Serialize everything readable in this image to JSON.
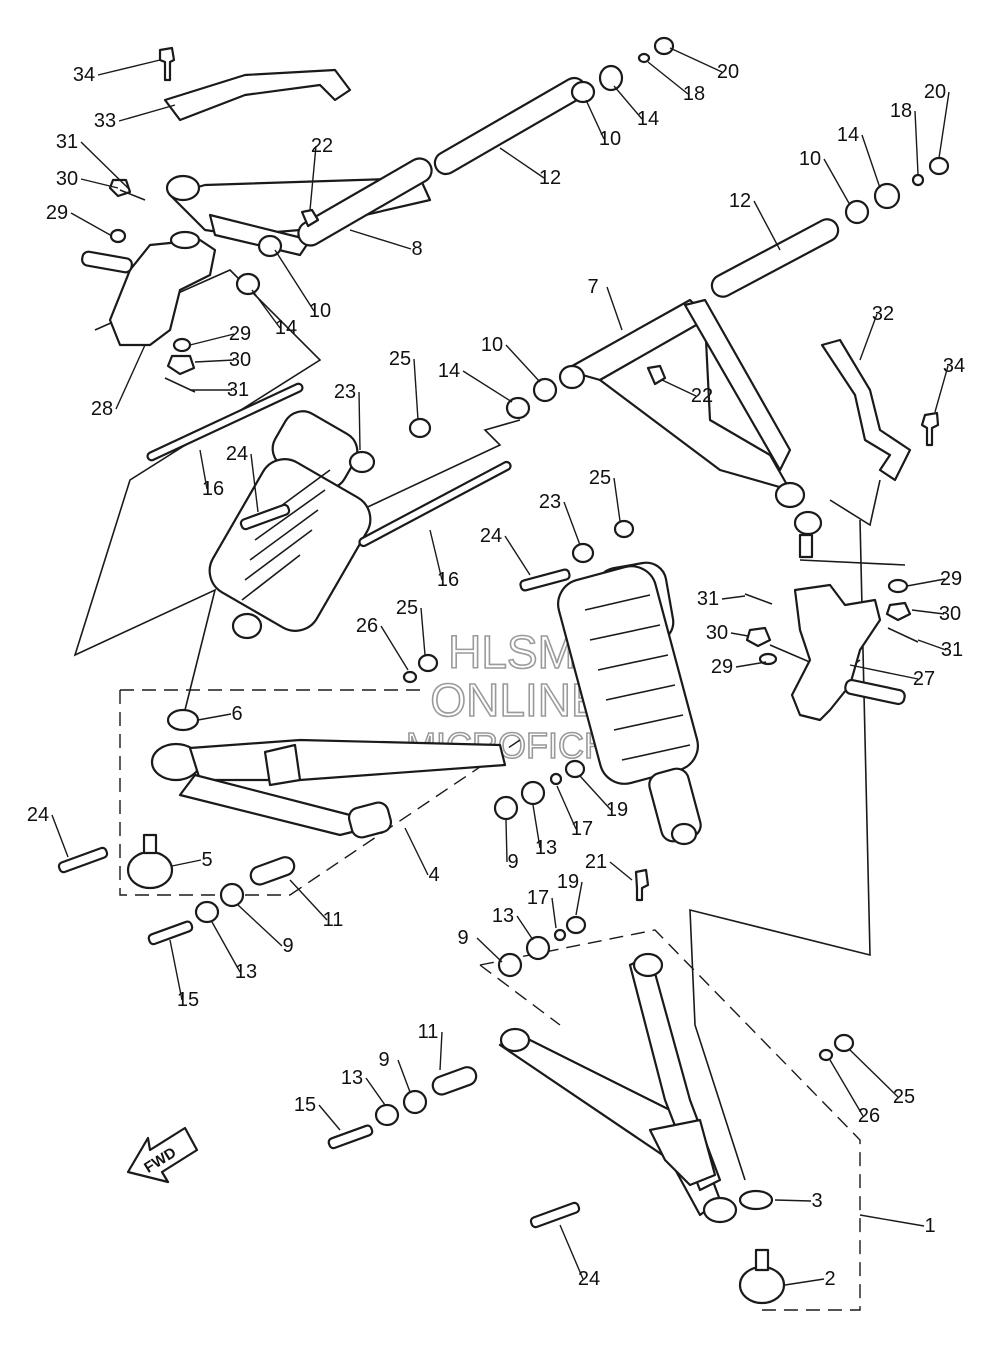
{
  "diagram": {
    "watermark": {
      "line1": "HLSM",
      "line2": "ONLINE",
      "line3": "MICROFICHE"
    },
    "fwd_label": "FWD",
    "callouts": [
      {
        "id": "c34a",
        "label": "34"
      },
      {
        "id": "c33",
        "label": "33"
      },
      {
        "id": "c31a",
        "label": "31"
      },
      {
        "id": "c30a",
        "label": "30"
      },
      {
        "id": "c29a",
        "label": "29"
      },
      {
        "id": "c22a",
        "label": "22"
      },
      {
        "id": "c12a",
        "label": "12"
      },
      {
        "id": "c8",
        "label": "8"
      },
      {
        "id": "c10a",
        "label": "10"
      },
      {
        "id": "c14a",
        "label": "14"
      },
      {
        "id": "c29b",
        "label": "29"
      },
      {
        "id": "c30b",
        "label": "30"
      },
      {
        "id": "c31b",
        "label": "31"
      },
      {
        "id": "c28",
        "label": "28"
      },
      {
        "id": "c20a",
        "label": "20"
      },
      {
        "id": "c18a",
        "label": "18"
      },
      {
        "id": "c14b",
        "label": "14"
      },
      {
        "id": "c10b",
        "label": "10"
      },
      {
        "id": "c20b",
        "label": "20"
      },
      {
        "id": "c18b",
        "label": "18"
      },
      {
        "id": "c14c",
        "label": "14"
      },
      {
        "id": "c10c",
        "label": "10"
      },
      {
        "id": "c12b",
        "label": "12"
      },
      {
        "id": "c7",
        "label": "7"
      },
      {
        "id": "c32",
        "label": "32"
      },
      {
        "id": "c34b",
        "label": "34"
      },
      {
        "id": "c10d",
        "label": "10"
      },
      {
        "id": "c14d",
        "label": "14"
      },
      {
        "id": "c22b",
        "label": "22"
      },
      {
        "id": "c25a",
        "label": "25"
      },
      {
        "id": "c23a",
        "label": "23"
      },
      {
        "id": "c24a",
        "label": "24"
      },
      {
        "id": "c16a",
        "label": "16"
      },
      {
        "id": "c16b",
        "label": "16"
      },
      {
        "id": "c25b",
        "label": "25"
      },
      {
        "id": "c23b",
        "label": "23"
      },
      {
        "id": "c24b",
        "label": "24"
      },
      {
        "id": "c26a",
        "label": "26"
      },
      {
        "id": "c25c",
        "label": "25"
      },
      {
        "id": "c29c",
        "label": "29"
      },
      {
        "id": "c30c",
        "label": "30"
      },
      {
        "id": "c31c",
        "label": "31"
      },
      {
        "id": "c31d",
        "label": "31"
      },
      {
        "id": "c30d",
        "label": "30"
      },
      {
        "id": "c29d",
        "label": "29"
      },
      {
        "id": "c27",
        "label": "27"
      },
      {
        "id": "c6",
        "label": "6"
      },
      {
        "id": "c24c",
        "label": "24"
      },
      {
        "id": "c5",
        "label": "5"
      },
      {
        "id": "c4",
        "label": "4"
      },
      {
        "id": "c19a",
        "label": "19"
      },
      {
        "id": "c17a",
        "label": "17"
      },
      {
        "id": "c13a",
        "label": "13"
      },
      {
        "id": "c9a",
        "label": "9"
      },
      {
        "id": "c11a",
        "label": "11"
      },
      {
        "id": "c9b",
        "label": "9"
      },
      {
        "id": "c13b",
        "label": "13"
      },
      {
        "id": "c15a",
        "label": "15"
      },
      {
        "id": "c21",
        "label": "21"
      },
      {
        "id": "c19b",
        "label": "19"
      },
      {
        "id": "c17b",
        "label": "17"
      },
      {
        "id": "c13c",
        "label": "13"
      },
      {
        "id": "c9c",
        "label": "9"
      },
      {
        "id": "c11b",
        "label": "11"
      },
      {
        "id": "c9d",
        "label": "9"
      },
      {
        "id": "c13d",
        "label": "13"
      },
      {
        "id": "c15b",
        "label": "15"
      },
      {
        "id": "c25d",
        "label": "25"
      },
      {
        "id": "c26b",
        "label": "26"
      },
      {
        "id": "c3",
        "label": "3"
      },
      {
        "id": "c1",
        "label": "1"
      },
      {
        "id": "c24d",
        "label": "24"
      },
      {
        "id": "c2",
        "label": "2"
      }
    ]
  }
}
